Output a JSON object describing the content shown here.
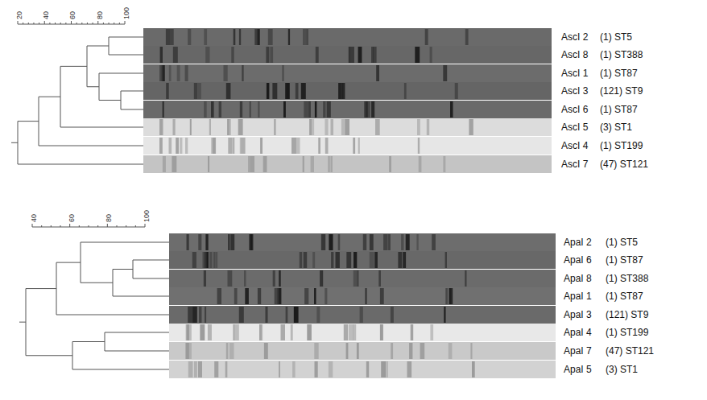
{
  "diagram": {
    "labels": [
      "20",
      "40",
      "60",
      "80",
      "100",
      "AscI 2",
      "(1) ST5",
      "AscI 8",
      "(1) ST388",
      "AscI 1",
      "(1) ST87",
      "AscI 3",
      "(121) ST9",
      "AscI 6",
      "(1) ST87",
      "AscI 5",
      "(3) ST1",
      "AscI 4",
      "(1) ST199",
      "AscI 7",
      "(47) ST121",
      "40",
      "60",
      "80",
      "100",
      "ApaI 2",
      "(1) ST5",
      "ApaI 6",
      "(1) ST87",
      "ApaI 8",
      "(1) ST388",
      "ApaI 1",
      "(1) ST87",
      "ApaI 3",
      "(121) ST9",
      "ApaI 4",
      "(1) ST199",
      "ApaI 7",
      "(47) ST121",
      "ApaI 5",
      "(3) ST1"
    ]
  }
}
